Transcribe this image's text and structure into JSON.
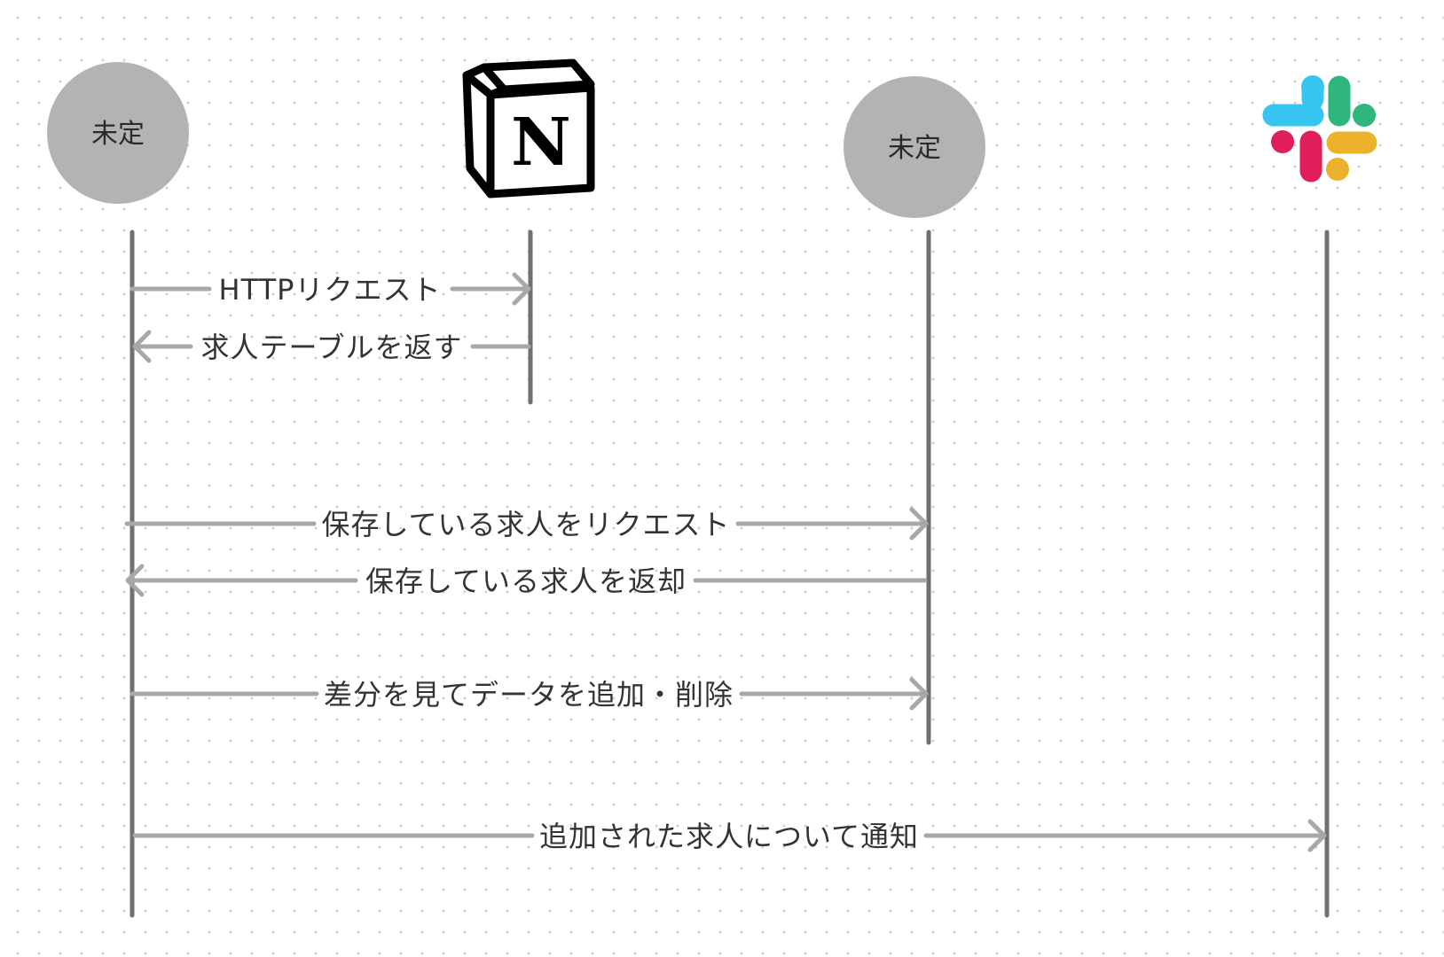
{
  "actors": [
    {
      "id": "actor-1",
      "type": "placeholder",
      "label": "未定"
    },
    {
      "id": "notion",
      "type": "logo",
      "icon": "notion-logo-icon",
      "label": "N"
    },
    {
      "id": "actor-3",
      "type": "placeholder",
      "label": "未定"
    },
    {
      "id": "slack",
      "type": "logo",
      "icon": "slack-logo-icon",
      "colors": [
        "#36C5F0",
        "#2EB67D",
        "#E01E5A",
        "#ECB22E"
      ]
    }
  ],
  "messages": [
    {
      "label": "HTTPリクエスト",
      "from": "actor-1",
      "to": "notion"
    },
    {
      "label": "求人テーブルを返す",
      "from": "notion",
      "to": "actor-1"
    },
    {
      "label": "保存している求人をリクエスト",
      "from": "actor-1",
      "to": "actor-3"
    },
    {
      "label": "保存している求人を返却",
      "from": "actor-3",
      "to": "actor-1"
    },
    {
      "label": "差分を見てデータを追加・削除",
      "from": "actor-1",
      "to": "actor-3"
    },
    {
      "label": "追加された求人について通知",
      "from": "actor-1",
      "to": "slack"
    }
  ],
  "colors": {
    "placeholder_fill": "#b3b3b3",
    "lifeline": "#707070",
    "arrow": "#a8a8a8",
    "text": "#333333"
  }
}
